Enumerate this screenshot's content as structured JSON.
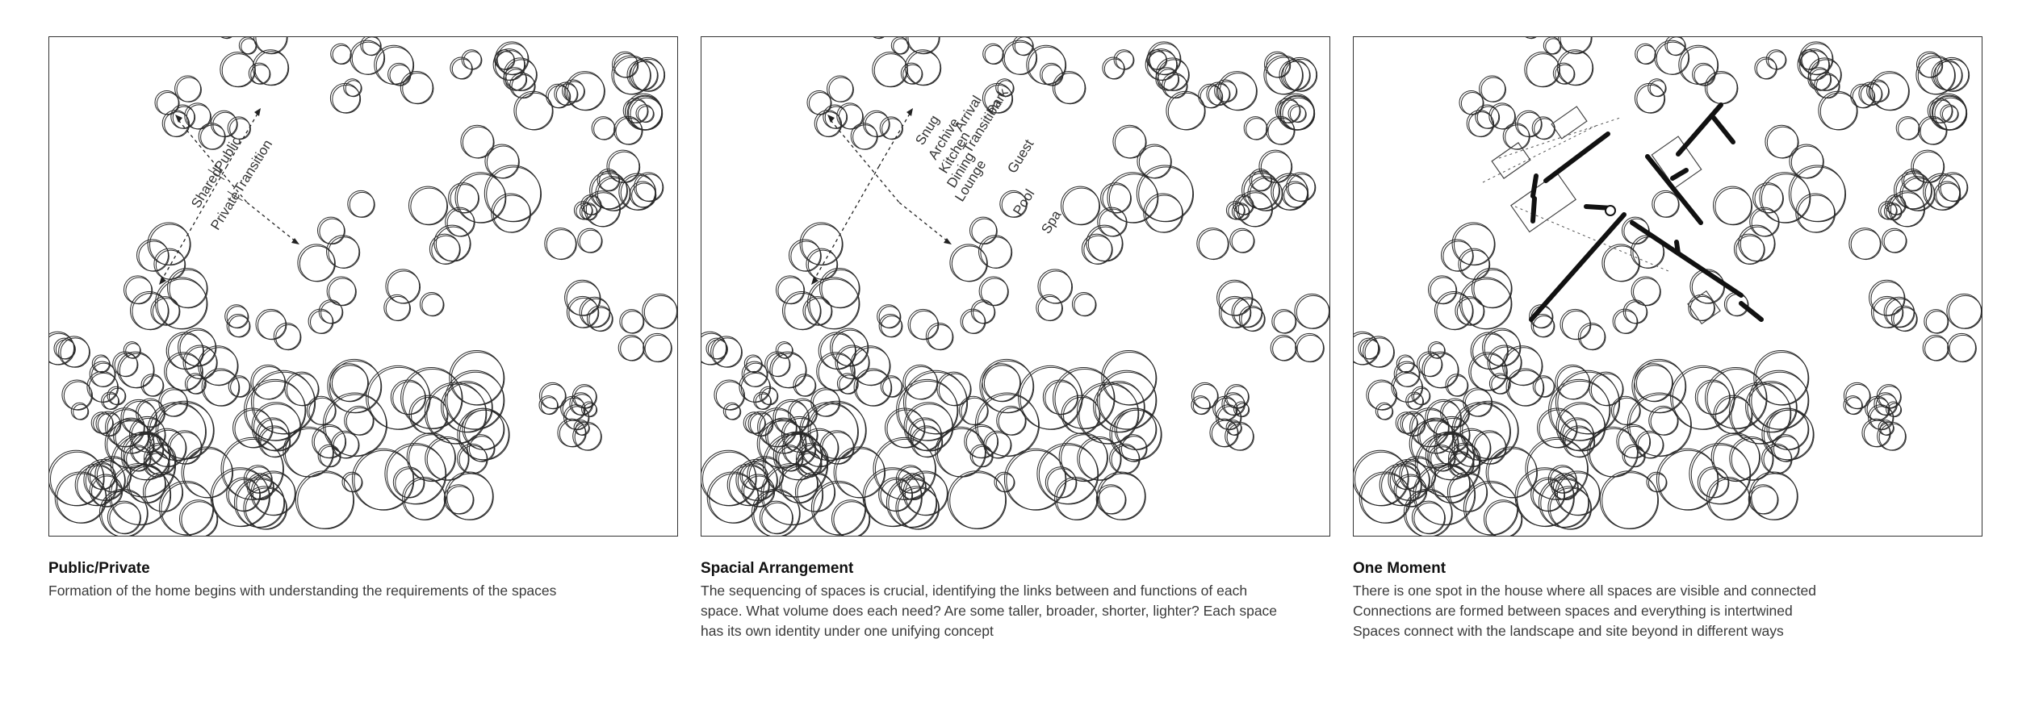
{
  "panels": [
    {
      "title": "Public/Private",
      "body": [
        "Formation of the home begins with understanding the requirements of the spaces"
      ],
      "labels": {
        "shared": "Shared",
        "public": "Public",
        "private": "Private",
        "transition": "Transition"
      }
    },
    {
      "title": "Spacial Arrangement",
      "body": [
        "The sequencing of spaces is crucial, identifying the links between and functions of each",
        "space. What volume does each need? Are some taller, broader, shorter, lighter? Each space",
        "has its own identity under one unifying concept"
      ],
      "labels": {
        "snug": "Snug",
        "archive": "Archive",
        "kitchen": "Kitchen",
        "dining": "Dining",
        "lounge": "Lounge",
        "arrival": "Arrival",
        "transition": "Transition",
        "park": "Park",
        "guest": "Guest",
        "pool": "Pool",
        "spa": "Spa"
      }
    },
    {
      "title": "One Moment",
      "body": [
        "There is one spot in the house where all spaces are visible and connected",
        "Connections are formed between spaces and everything is intertwined",
        "Spaces connect with the landscape and site beyond in different ways"
      ]
    }
  ]
}
